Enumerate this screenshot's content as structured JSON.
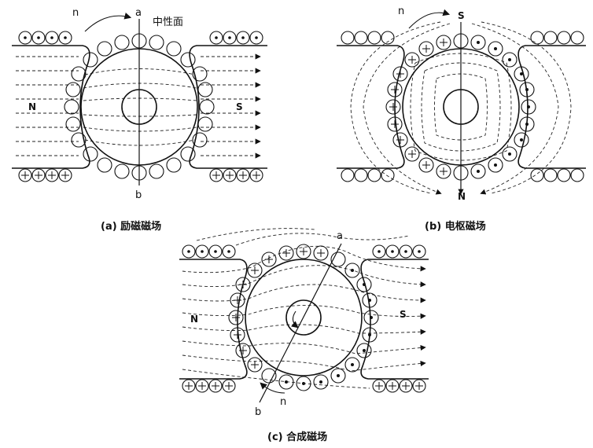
{
  "panel_a": {
    "caption": "(a) 励磁磁场",
    "rotation_label": "n",
    "axis_top": "a",
    "axis_bottom": "b",
    "neutral_plane": "中性面",
    "pole_left": "N",
    "pole_right": "S"
  },
  "panel_b": {
    "caption": "(b) 电枢磁场",
    "rotation_label": "n",
    "pole_top": "S",
    "pole_bottom": "N"
  },
  "panel_c": {
    "caption": "(c) 合成磁场",
    "axis_top": "a",
    "axis_bottom": "b",
    "rotation_label": "n",
    "pole_left": "N",
    "pole_right": "S"
  },
  "conductor_marks": {
    "out": "⊙",
    "in": "⊕"
  }
}
